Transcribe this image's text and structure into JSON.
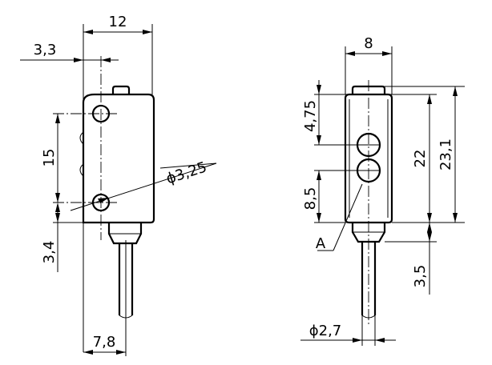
{
  "side_view": {
    "width": "12",
    "hole_offset": "3,3",
    "hole_spacing": "15",
    "hole_diameter": "ϕ3,25",
    "bottom_offset": "3,4",
    "cable_offset": "7,8"
  },
  "front_view": {
    "width": "8",
    "upper_dim": "4,75",
    "lower_dim": "8,5",
    "height_inner": "22",
    "height_total": "23,1",
    "cable_length_dim": "3,5",
    "cable_diameter": "ϕ2,7",
    "detail_label": "A"
  }
}
